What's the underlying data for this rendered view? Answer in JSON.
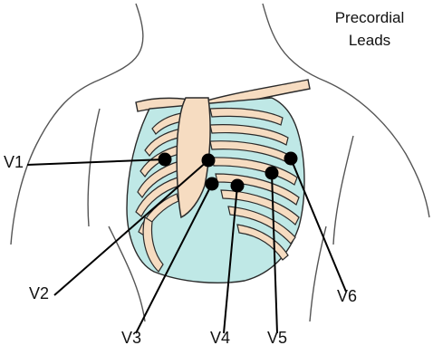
{
  "title": {
    "line1": "Precordial",
    "line2": "Leads"
  },
  "leads": [
    "V1",
    "V2",
    "V3",
    "V4",
    "V5",
    "V6"
  ],
  "colors": {
    "bone": "#f6dcc1",
    "cartilage": "#bfe8e6",
    "outline": "#2a2a2a",
    "electrode": "#000000"
  }
}
